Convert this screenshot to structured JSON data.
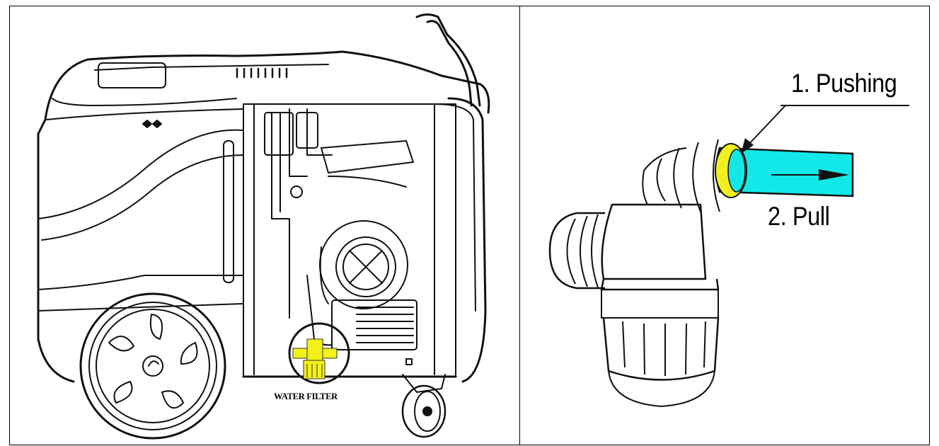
{
  "left_panel": {
    "callout_label": "WATER FILTER",
    "highlight_color": "#f2f21a",
    "icons": [
      "pressure-washer-drawing",
      "wheel-icon",
      "caster-icon",
      "water-filter-icon"
    ]
  },
  "right_panel": {
    "step1_label": "1. Pushing",
    "step2_label": "2. Pull",
    "ring_color": "#f0f020",
    "hose_color": "#12e8e8",
    "icons": [
      "quick-connector-icon",
      "hose-icon",
      "arrow-icon",
      "filter-housing-icon"
    ]
  }
}
